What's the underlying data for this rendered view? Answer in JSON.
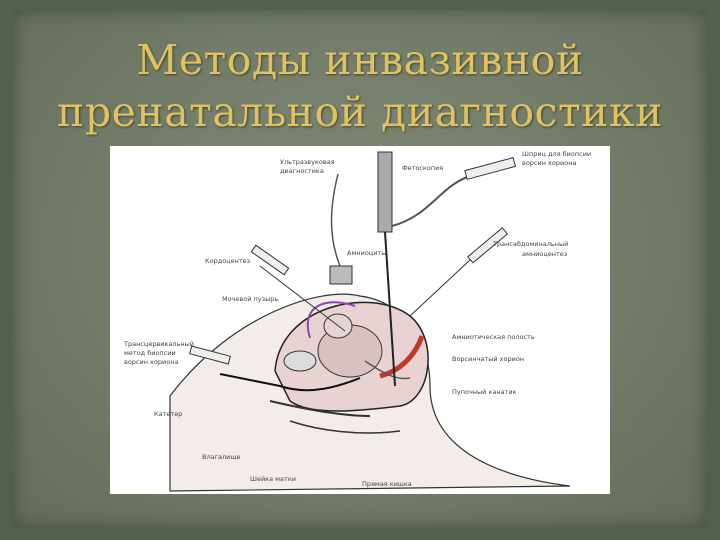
{
  "slide": {
    "title_line1": "Методы инвазивной",
    "title_line2": "пренатальной диагностики"
  },
  "diagram": {
    "labels": {
      "ultrasound": "Ультразвуковая",
      "ultrasound2": "диагностика",
      "fetoscope": "Фетоскопия",
      "syringe_biopsy": "Шприц для биопсии",
      "syringe_biopsy2": "ворсин хориона",
      "transabdominal": "Трансабдоминальный",
      "transabdominal2": "амниоцентез",
      "cordocentesis": "Кордоцентез",
      "amnion": "Амниоциты",
      "bladder": "Мочевой пузырь",
      "transcervical": "Трансцервикальный",
      "transcervical2": "метод биопсии",
      "transcervical3": "ворсин хориона",
      "amniotic_cavity": "Амниотическая полость",
      "chorion": "Ворсинчатый хорион",
      "umbilical_cord": "Пупочный канатик",
      "catheter": "Катетер",
      "vagina": "Влагалище",
      "cervix": "Шейка матки",
      "rectum": "Прямая кишка"
    }
  }
}
